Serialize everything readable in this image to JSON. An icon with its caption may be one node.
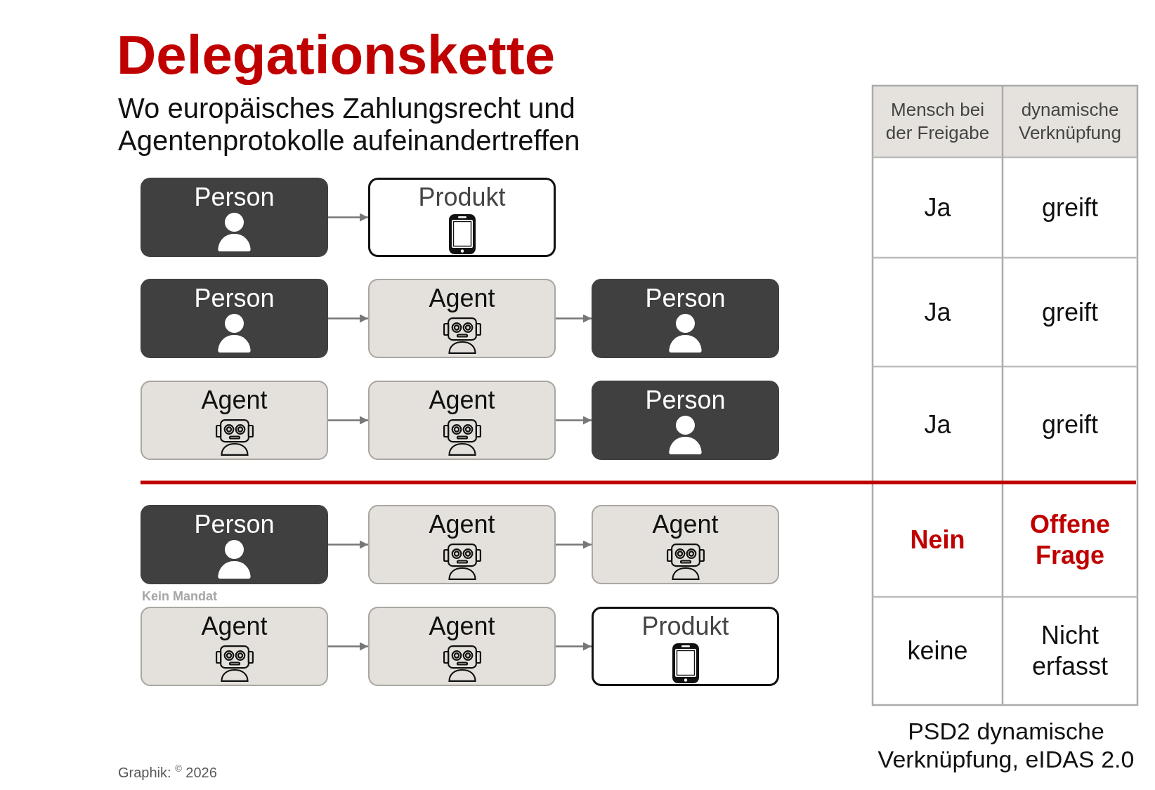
{
  "diagram": {
    "title": "Delegationskette",
    "nodes": [
      {
        "text": [
          "Person"
        ]
      },
      {
        "text": [
          "Produkt"
        ]
      },
      {
        "text": [
          "Person"
        ]
      },
      {
        "text": [
          "Agent"
        ]
      },
      {
        "text": [
          "Person"
        ]
      },
      {
        "text": [
          "Agent"
        ]
      },
      {
        "text": [
          "Agent"
        ]
      },
      {
        "text": [
          "Person"
        ]
      },
      {
        "text": [
          "Person"
        ]
      },
      {
        "text": [
          "Agent"
        ]
      },
      {
        "text": [
          "Agent"
        ]
      },
      {
        "text": [
          "Agent"
        ],
        "beside": [
          "Kein Mandat"
        ]
      },
      {
        "text": [
          "Agent"
        ]
      },
      {
        "text": [
          "Produkt"
        ]
      }
    ],
    "edges": [
      {
        "from": 0,
        "to": 1,
        "arrow": "to"
      },
      {
        "from": 2,
        "to": 3,
        "arrow": "to"
      },
      {
        "from": 3,
        "to": 4,
        "arrow": "to"
      },
      {
        "from": 5,
        "to": 6,
        "arrow": "to"
      },
      {
        "from": 6,
        "to": 7,
        "arrow": "to"
      },
      {
        "from": 8,
        "to": 9,
        "arrow": "to"
      },
      {
        "from": 9,
        "to": 10,
        "arrow": "to"
      },
      {
        "from": 11,
        "to": 12,
        "arrow": "to"
      },
      {
        "from": 12,
        "to": 13,
        "arrow": "to"
      }
    ],
    "labels": [
      "Wo europäisches Zahlungsrecht und Agentenprotokolle aufeinandertreffen",
      "Mensch bei der Freigabe",
      "dynamische Verknüpfung",
      "Ja",
      "greift",
      "Ja",
      "greift",
      "Ja",
      "greift",
      "Nein",
      "Offene Frage",
      "keine",
      "Nicht erfasst",
      "PSD2 dynamische Verknüpfung, eIDAS 2.0",
      "Graphik: $^{©}$ 2026"
    ]
  }
}
